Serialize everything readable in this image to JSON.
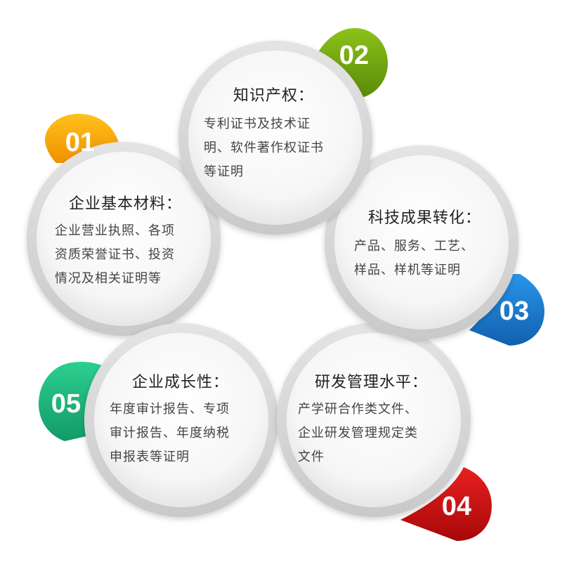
{
  "items": [
    {
      "number": "01",
      "title": "企业基本材料：",
      "lines": [
        "企业营业执照、各项",
        "资质荣誉证书、投资",
        "情况及相关证明等"
      ],
      "color": "#f3a200"
    },
    {
      "number": "02",
      "title": "知识产权：",
      "lines": [
        "专利证书及技术证",
        "明、软件著作权证书",
        "等证明"
      ],
      "color": "#6a9a0c"
    },
    {
      "number": "03",
      "title": "科技成果转化：",
      "lines": [
        "产品、服务、工艺、",
        "样品、样机等证明"
      ],
      "color": "#1a78c8"
    },
    {
      "number": "04",
      "title": "研发管理水平：",
      "lines": [
        "产学研合作类文件、",
        "企业研发管理规定类",
        "文件"
      ],
      "color": "#c40c0c"
    },
    {
      "number": "05",
      "title": "企业成长性：",
      "lines": [
        "年度审计报告、专项",
        "审计报告、年度纳税",
        "申报表等证明"
      ],
      "color": "#1aa876"
    }
  ]
}
